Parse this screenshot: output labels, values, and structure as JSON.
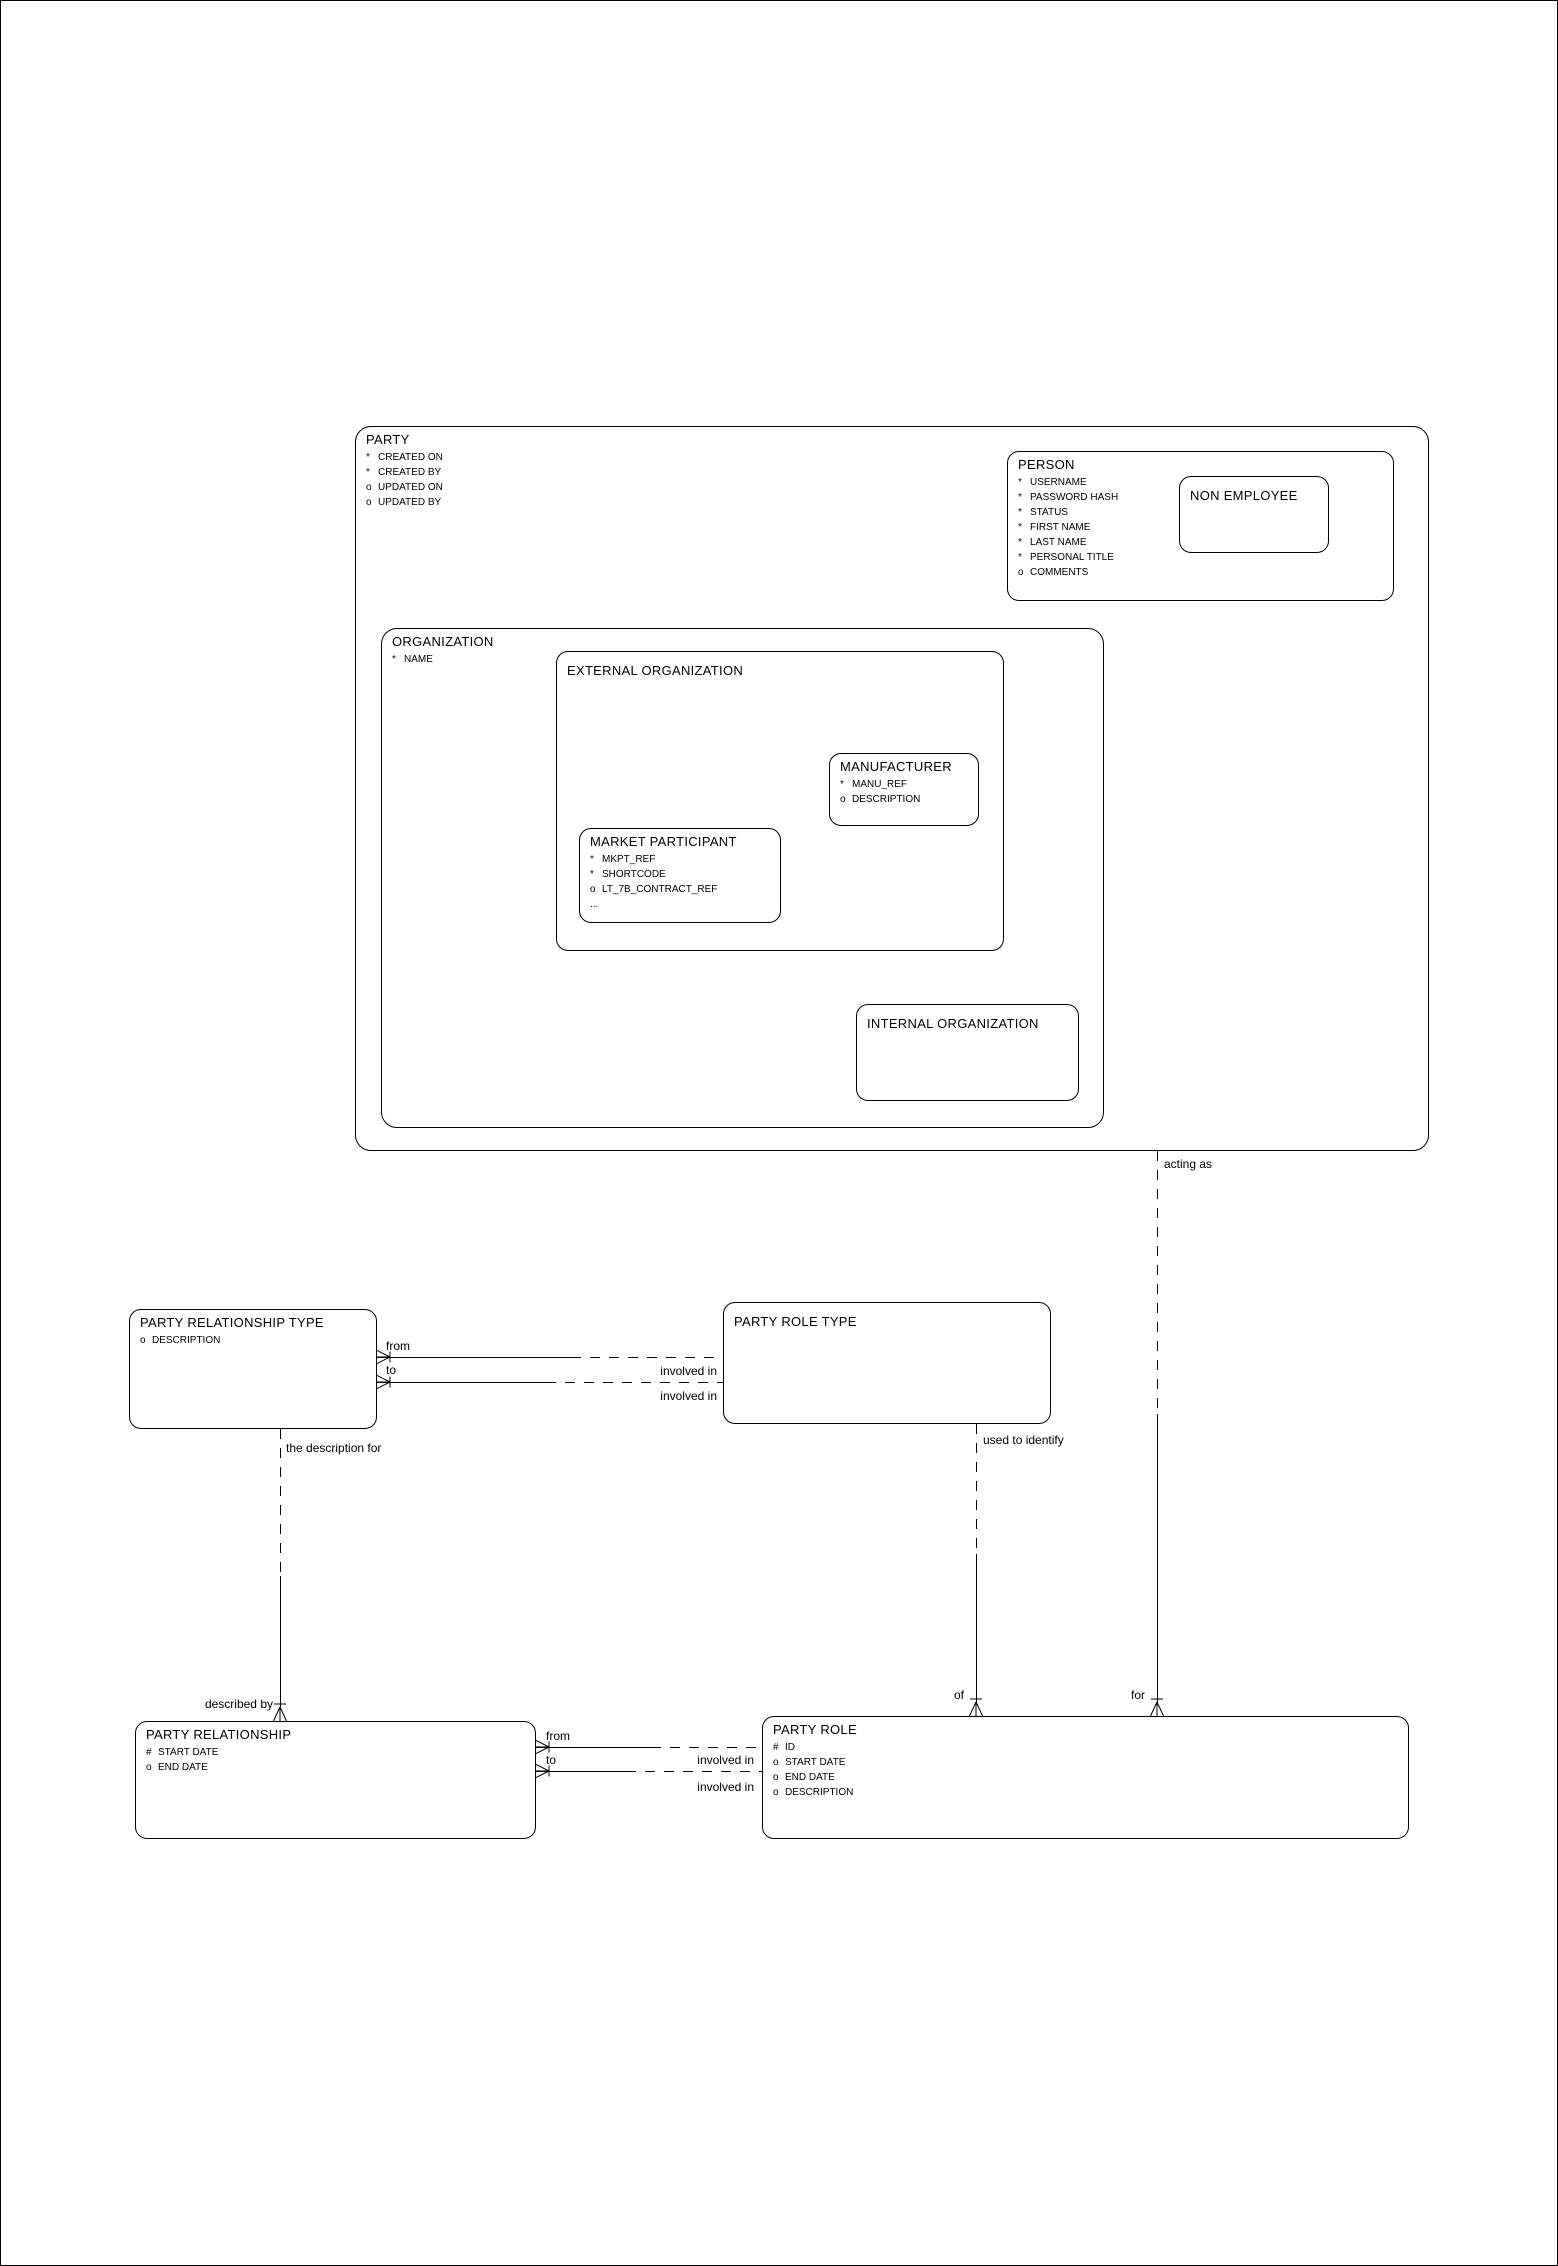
{
  "colors": {
    "line": "#000000",
    "background": "#ffffff"
  },
  "entities": {
    "party": {
      "name": "PARTY",
      "attributes": [
        {
          "marker": "*",
          "name": "CREATED ON"
        },
        {
          "marker": "*",
          "name": "CREATED BY"
        },
        {
          "marker": "o",
          "name": "UPDATED ON"
        },
        {
          "marker": "o",
          "name": "UPDATED BY"
        }
      ]
    },
    "person": {
      "name": "PERSON",
      "attributes": [
        {
          "marker": "*",
          "name": "USERNAME"
        },
        {
          "marker": "*",
          "name": "PASSWORD HASH"
        },
        {
          "marker": "*",
          "name": "STATUS"
        },
        {
          "marker": "*",
          "name": "FIRST NAME"
        },
        {
          "marker": "*",
          "name": "LAST NAME"
        },
        {
          "marker": "*",
          "name": "PERSONAL TITLE"
        },
        {
          "marker": "o",
          "name": "COMMENTS"
        }
      ]
    },
    "non_employee": {
      "name": "NON EMPLOYEE",
      "attributes": []
    },
    "organization": {
      "name": "ORGANIZATION",
      "attributes": [
        {
          "marker": "*",
          "name": "NAME"
        }
      ]
    },
    "external_organization": {
      "name": "EXTERNAL ORGANIZATION",
      "attributes": []
    },
    "manufacturer": {
      "name": "MANUFACTURER",
      "attributes": [
        {
          "marker": "*",
          "name": "MANU_REF"
        },
        {
          "marker": "o",
          "name": "DESCRIPTION"
        }
      ]
    },
    "market_participant": {
      "name": "MARKET PARTICIPANT",
      "attributes": [
        {
          "marker": "*",
          "name": "MKPT_REF"
        },
        {
          "marker": "*",
          "name": "SHORTCODE"
        },
        {
          "marker": "o",
          "name": "LT_7B_CONTRACT_REF"
        },
        {
          "marker": "...",
          "name": ""
        }
      ]
    },
    "internal_organization": {
      "name": "INTERNAL ORGANIZATION",
      "attributes": []
    },
    "party_relationship_type": {
      "name": "PARTY RELATIONSHIP TYPE",
      "attributes": [
        {
          "marker": "o",
          "name": "DESCRIPTION"
        }
      ]
    },
    "party_role_type": {
      "name": "PARTY ROLE TYPE",
      "attributes": []
    },
    "party_relationship": {
      "name": "PARTY RELATIONSHIP",
      "attributes": [
        {
          "marker": "#",
          "name": "START DATE"
        },
        {
          "marker": "o",
          "name": "END DATE"
        }
      ]
    },
    "party_role": {
      "name": "PARTY ROLE",
      "attributes": [
        {
          "marker": "#",
          "name": "ID"
        },
        {
          "marker": "o",
          "name": "START DATE"
        },
        {
          "marker": "o",
          "name": "END DATE"
        },
        {
          "marker": "o",
          "name": "DESCRIPTION"
        }
      ]
    }
  },
  "relationships": {
    "acting_as": {
      "source_label": "acting as",
      "target_label": "for"
    },
    "used_to_identify": {
      "source_label": "used to identify",
      "target_label": "of"
    },
    "description": {
      "source_label": "the description for",
      "target_label": "described by"
    },
    "type_link": {
      "from_label": "from",
      "to_label": "to",
      "from_role": "involved in",
      "to_role": "involved in"
    },
    "instance_link": {
      "from_label": "from",
      "to_label": "to",
      "from_role": "involved in",
      "to_role": "involved in"
    }
  }
}
